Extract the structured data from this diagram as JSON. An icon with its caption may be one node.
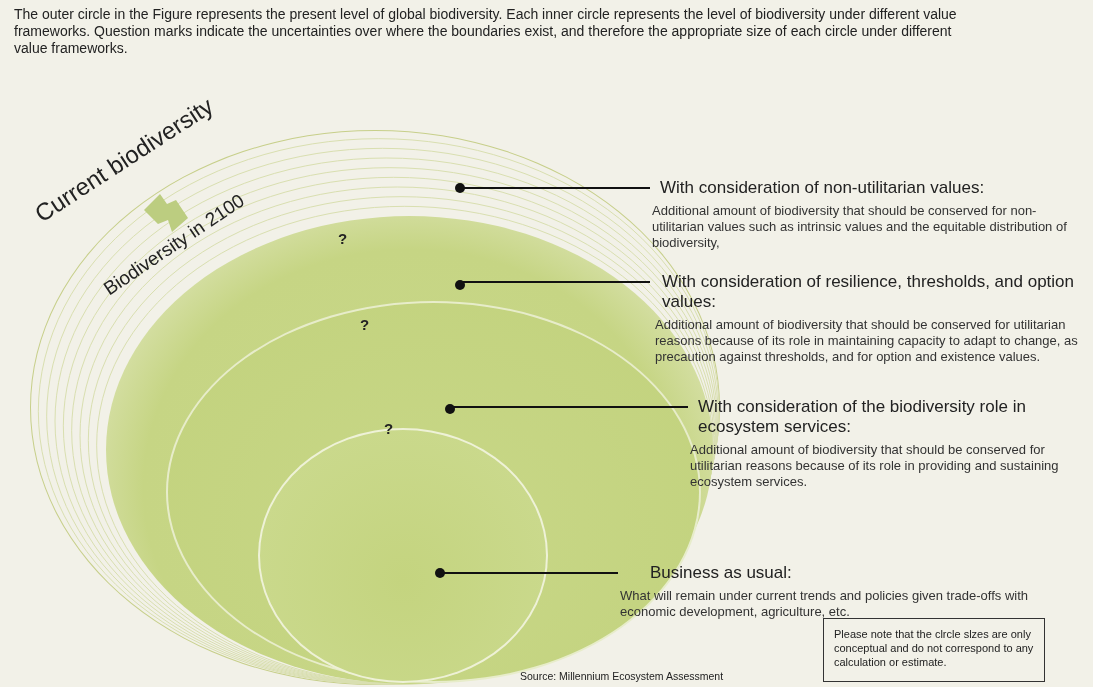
{
  "diagram": {
    "caption": "The outer circle in the Figure represents the present level of global biodiversity. Each inner circle represents the level of biodiversity under different value frameworks. Question marks indicate the uncertainties over where the boundaries exist, and therefore the appropriate size of each circle under different value frameworks.",
    "nodes": [
      {
        "text": [],
        "shape": "circle"
      },
      {
        "text": [],
        "shape": "circle",
        "in": 0
      },
      {
        "text": [],
        "shape": "circle",
        "in": 1
      },
      {
        "text": [],
        "shape": "circle",
        "in": 2
      },
      {
        "text": [
          "With consideration of non-utilitarian values:",
          "Additional amount of biodiversity that should be conserved for non-utilitarian values such as intrinsic values and the equitable distribution of biodiversity,"
        ]
      },
      {
        "text": [
          "With consideration of resilience, thresholds, and option values:",
          "Additional amount of biodiversity that should be conserved for utilitarian reasons because of its role in maintaining capacity to adapt to change, as precaution against thresholds, and for option and existence values."
        ]
      },
      {
        "text": [
          "With consideration of the biodiversity role in ecosystem services:",
          "Additional amount of biodiversity that should be conserved for utilitarian reasons because of its role in providing and sustaining ecosystem services."
        ]
      },
      {
        "text": [
          "Business as usual:",
          "What will remain under current trends and policies given trade-offs with economic development, agriculture, etc."
        ]
      },
      {
        "text": [
          "Please note that the clrcle slzes are only conceptual and do not correspond to any calculation or estimate."
        ]
      }
    ],
    "edges": [
      {
        "from": 4,
        "to": 0,
        "arrow": "other"
      },
      {
        "from": 5,
        "to": 1,
        "arrow": "other"
      },
      {
        "from": 6,
        "to": 2,
        "arrow": "other"
      },
      {
        "from": 7,
        "to": 3,
        "arrow": "other"
      }
    ],
    "labels": [
      "Current biodiversity",
      "Biodiversity in 2100",
      "?",
      "?",
      "?",
      "Source: Millennium Ecosystem Assessment"
    ]
  }
}
